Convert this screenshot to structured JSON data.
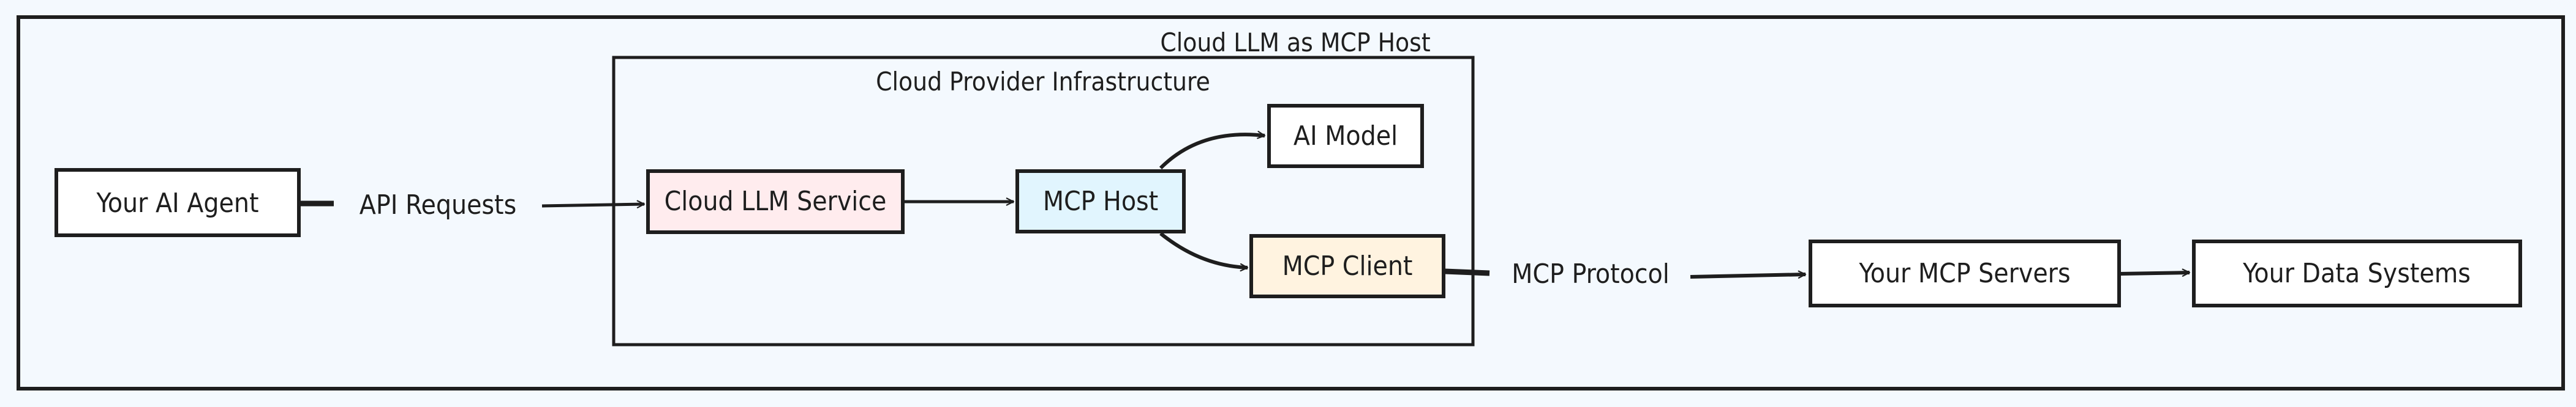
{
  "diagram": {
    "outer_group": {
      "title": "Cloud LLM as MCP Host",
      "fill": "#f4f9fe"
    },
    "inner_group": {
      "title": "Cloud Provider Infrastructure",
      "fill": "#f4f9fe"
    },
    "nodes": {
      "agent": {
        "label": "Your AI Agent",
        "fill": "#ffffff"
      },
      "llm_service": {
        "label": "Cloud LLM Service",
        "fill": "#ffecee"
      },
      "mcp_host": {
        "label": "MCP Host",
        "fill": "#e1f5fe"
      },
      "ai_model": {
        "label": "AI Model",
        "fill": "#ffffff"
      },
      "mcp_client": {
        "label": "MCP Client",
        "fill": "#fff3e0"
      },
      "mcp_servers": {
        "label": "Your MCP Servers",
        "fill": "#ffffff"
      },
      "data_systems": {
        "label": "Your Data Systems",
        "fill": "#ffffff"
      }
    },
    "edges": {
      "agent_to_llm": {
        "label": "API Requests"
      },
      "llm_to_host": {
        "label": ""
      },
      "host_to_model": {
        "label": ""
      },
      "host_to_client": {
        "label": ""
      },
      "client_to_servers": {
        "label": "MCP Protocol"
      },
      "servers_to_data": {
        "label": ""
      }
    },
    "stroke_color": "#1e1e1e"
  }
}
